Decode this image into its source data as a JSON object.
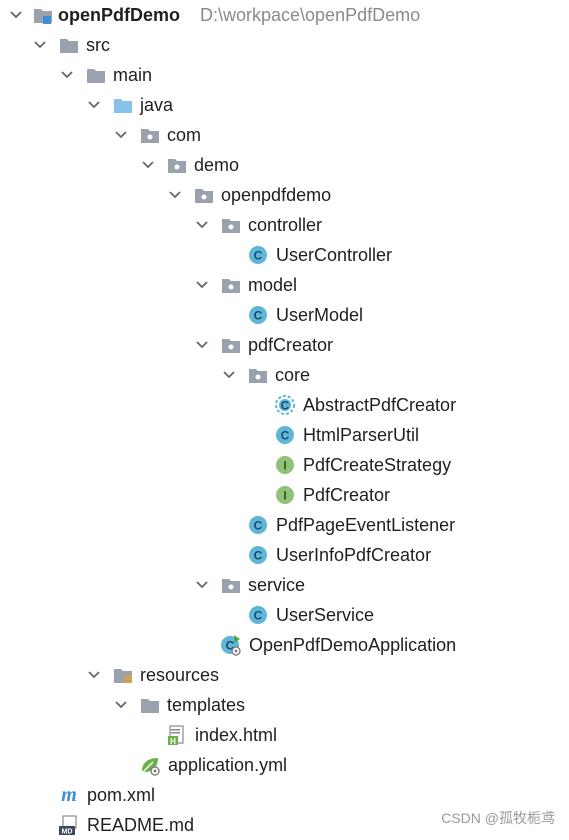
{
  "project": {
    "name": "openPdfDemo",
    "path": "D:\\workpace\\openPdfDemo"
  },
  "tree": {
    "src": "src",
    "main": "main",
    "java": "java",
    "com": "com",
    "demo": "demo",
    "openpdfdemo": "openpdfdemo",
    "controller": "controller",
    "user_controller": "UserController",
    "model": "model",
    "user_model": "UserModel",
    "pdf_creator_pkg": "pdfCreator",
    "core": "core",
    "abstract_pdf_creator": "AbstractPdfCreator",
    "html_parser_util": "HtmlParserUtil",
    "pdf_create_strategy": "PdfCreateStrategy",
    "pdf_creator_iface": "PdfCreator",
    "pdf_page_event_listener": "PdfPageEventListener",
    "user_info_pdf_creator": "UserInfoPdfCreator",
    "service": "service",
    "user_service": "UserService",
    "app_class": "OpenPdfDemoApplication",
    "resources": "resources",
    "templates": "templates",
    "index_html": "index.html",
    "application_yml": "application.yml",
    "pom_xml": "pom.xml",
    "readme_md": "README.md"
  },
  "watermark": "CSDN @孤牧栀鸢",
  "colors": {
    "folder": "#9aa3ad",
    "source_folder": "#87c3e8",
    "class_badge": "#5fb6d9",
    "interface_badge": "#8fc37a",
    "spring_green": "#6ab04c"
  }
}
